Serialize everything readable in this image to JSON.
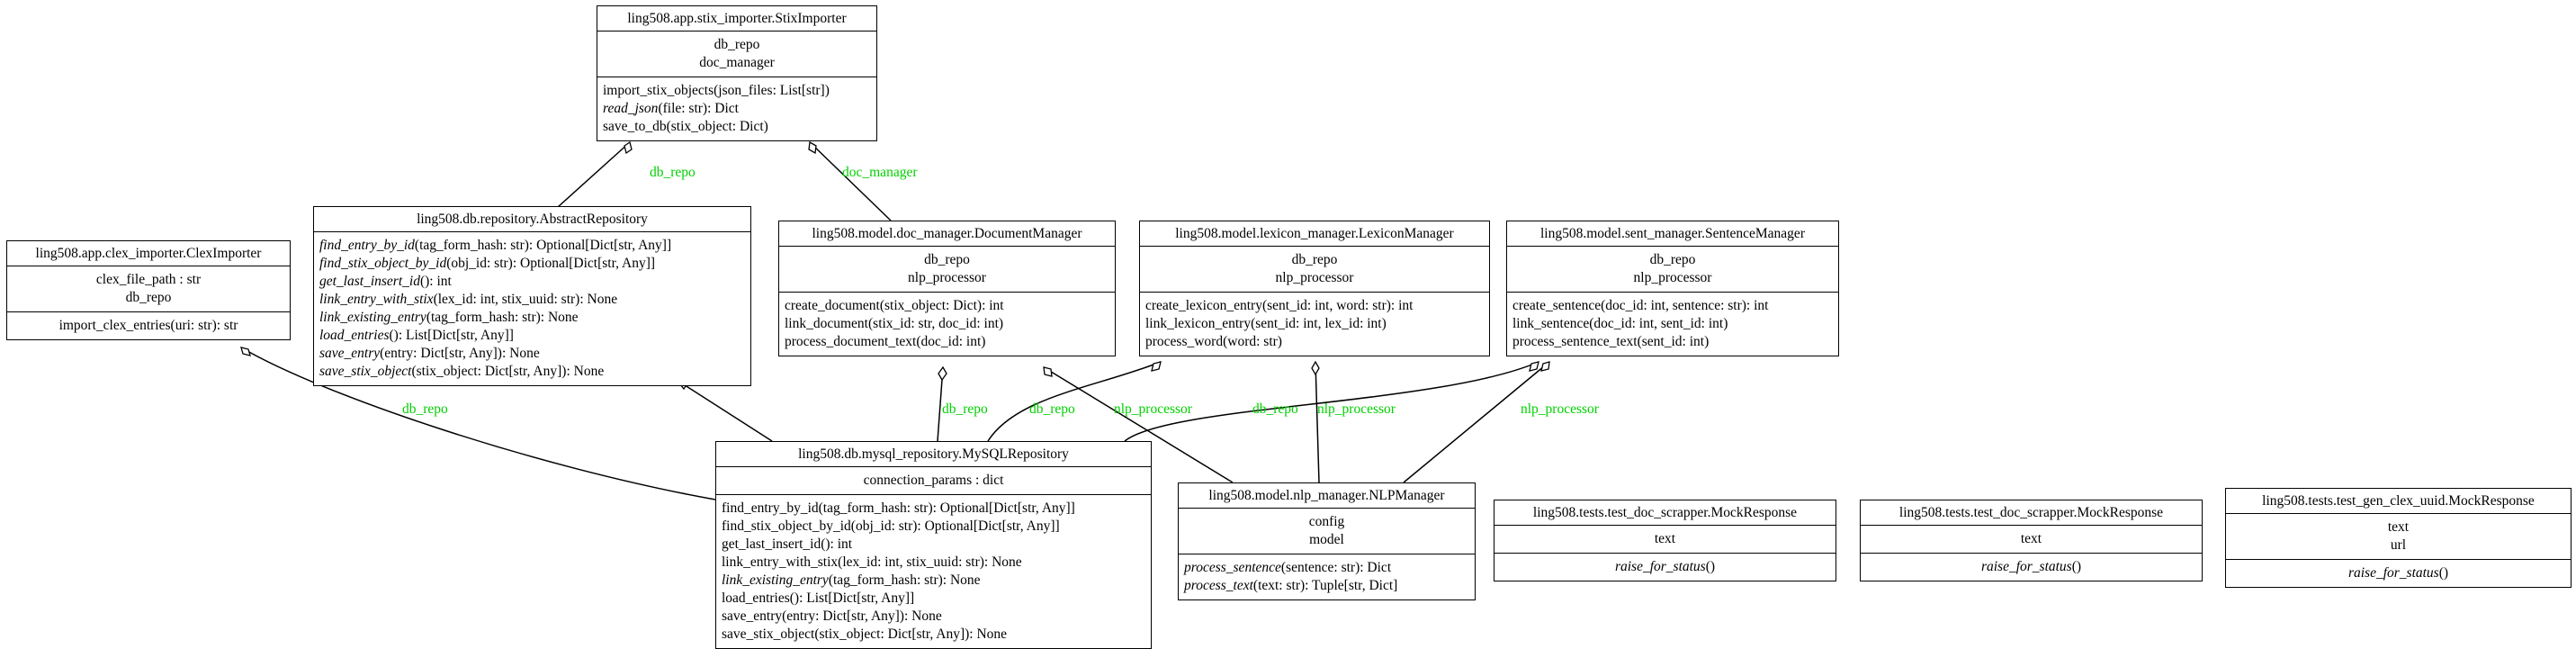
{
  "classes": {
    "stix_importer": {
      "name": "ling508.app.stix_importer.StixImporter",
      "attrs": [
        "db_repo",
        "doc_manager"
      ],
      "methods": [
        {
          "name": "import_stix_objects",
          "sig": "(json_files: List[str])",
          "abstract": false
        },
        {
          "name": "read_json",
          "sig": "(file: str): Dict",
          "abstract": true
        },
        {
          "name": "save_to_db",
          "sig": "(stix_object: Dict)",
          "abstract": false
        }
      ]
    },
    "clex_importer": {
      "name": "ling508.app.clex_importer.ClexImporter",
      "attrs": [
        "clex_file_path : str",
        "db_repo"
      ],
      "methods": [
        {
          "name": "import_clex_entries",
          "sig": "(uri: str): str",
          "abstract": false
        }
      ]
    },
    "abstract_repository": {
      "name": "ling508.db.repository.AbstractRepository",
      "attrs": [],
      "methods": [
        {
          "name": "find_entry_by_id",
          "sig": "(tag_form_hash: str): Optional[Dict[str, Any]]",
          "abstract": true
        },
        {
          "name": "find_stix_object_by_id",
          "sig": "(obj_id: str): Optional[Dict[str, Any]]",
          "abstract": true
        },
        {
          "name": "get_last_insert_id",
          "sig": "(): int",
          "abstract": true
        },
        {
          "name": "link_entry_with_stix",
          "sig": "(lex_id: int, stix_uuid: str): None",
          "abstract": true
        },
        {
          "name": "link_existing_entry",
          "sig": "(tag_form_hash: str): None",
          "abstract": true
        },
        {
          "name": "load_entries",
          "sig": "(): List[Dict[str, Any]]",
          "abstract": true
        },
        {
          "name": "save_entry",
          "sig": "(entry: Dict[str, Any]): None",
          "abstract": true
        },
        {
          "name": "save_stix_object",
          "sig": "(stix_object: Dict[str, Any]): None",
          "abstract": true
        }
      ]
    },
    "document_manager": {
      "name": "ling508.model.doc_manager.DocumentManager",
      "attrs": [
        "db_repo",
        "nlp_processor"
      ],
      "methods": [
        {
          "name": "create_document",
          "sig": "(stix_object: Dict): int",
          "abstract": false
        },
        {
          "name": "link_document",
          "sig": "(stix_id: str, doc_id: int)",
          "abstract": false
        },
        {
          "name": "process_document_text",
          "sig": "(doc_id: int)",
          "abstract": false
        }
      ]
    },
    "lexicon_manager": {
      "name": "ling508.model.lexicon_manager.LexiconManager",
      "attrs": [
        "db_repo",
        "nlp_processor"
      ],
      "methods": [
        {
          "name": "create_lexicon_entry",
          "sig": "(sent_id: int, word: str): int",
          "abstract": false
        },
        {
          "name": "link_lexicon_entry",
          "sig": "(sent_id: int, lex_id: int)",
          "abstract": false
        },
        {
          "name": "process_word",
          "sig": "(word: str)",
          "abstract": false
        }
      ]
    },
    "sentence_manager": {
      "name": "ling508.model.sent_manager.SentenceManager",
      "attrs": [
        "db_repo",
        "nlp_processor"
      ],
      "methods": [
        {
          "name": "create_sentence",
          "sig": "(doc_id: int, sentence: str): int",
          "abstract": false
        },
        {
          "name": "link_sentence",
          "sig": "(doc_id: int, sent_id: int)",
          "abstract": false
        },
        {
          "name": "process_sentence_text",
          "sig": "(sent_id: int)",
          "abstract": false
        }
      ]
    },
    "mysql_repository": {
      "name": "ling508.db.mysql_repository.MySQLRepository",
      "attrs": [
        "connection_params : dict"
      ],
      "methods": [
        {
          "name": "find_entry_by_id",
          "sig": "(tag_form_hash: str): Optional[Dict[str, Any]]",
          "abstract": false
        },
        {
          "name": "find_stix_object_by_id",
          "sig": "(obj_id: str): Optional[Dict[str, Any]]",
          "abstract": false
        },
        {
          "name": "get_last_insert_id",
          "sig": "(): int",
          "abstract": false
        },
        {
          "name": "link_entry_with_stix",
          "sig": "(lex_id: int, stix_uuid: str): None",
          "abstract": false
        },
        {
          "name": "link_existing_entry",
          "sig": "(tag_form_hash: str): None",
          "abstract": true
        },
        {
          "name": "load_entries",
          "sig": "(): List[Dict[str, Any]]",
          "abstract": false
        },
        {
          "name": "save_entry",
          "sig": "(entry: Dict[str, Any]): None",
          "abstract": false
        },
        {
          "name": "save_stix_object",
          "sig": "(stix_object: Dict[str, Any]): None",
          "abstract": false
        }
      ]
    },
    "nlp_manager": {
      "name": "ling508.model.nlp_manager.NLPManager",
      "attrs": [
        "config",
        "model"
      ],
      "methods": [
        {
          "name": "process_sentence",
          "sig": "(sentence: str): Dict",
          "abstract": true
        },
        {
          "name": "process_text",
          "sig": "(text: str): Tuple[str, Dict]",
          "abstract": true
        }
      ]
    },
    "mock_response_1": {
      "name": "ling508.tests.test_doc_scrapper.MockResponse",
      "attrs": [
        "text"
      ],
      "methods": [
        {
          "name": "raise_for_status",
          "sig": "()",
          "abstract": true
        }
      ]
    },
    "mock_response_2": {
      "name": "ling508.tests.test_doc_scrapper.MockResponse",
      "attrs": [
        "text"
      ],
      "methods": [
        {
          "name": "raise_for_status",
          "sig": "()",
          "abstract": true
        }
      ]
    },
    "mock_response_3": {
      "name": "ling508.tests.test_gen_clex_uuid.MockResponse",
      "attrs": [
        "text",
        "url"
      ],
      "methods": [
        {
          "name": "raise_for_status",
          "sig": "()",
          "abstract": true
        }
      ]
    }
  },
  "edge_labels": {
    "stix_db_repo": "db_repo",
    "stix_doc_manager": "doc_manager",
    "clex_db_repo": "db_repo",
    "doc_db_repo": "db_repo",
    "lex_db_repo": "db_repo",
    "doc_nlp_processor": "nlp_processor",
    "sent_db_repo": "db_repo",
    "lex_nlp_processor": "nlp_processor",
    "sent_nlp_processor": "nlp_processor"
  },
  "colors": {
    "edge_label": "#00d000",
    "line": "#000000"
  }
}
